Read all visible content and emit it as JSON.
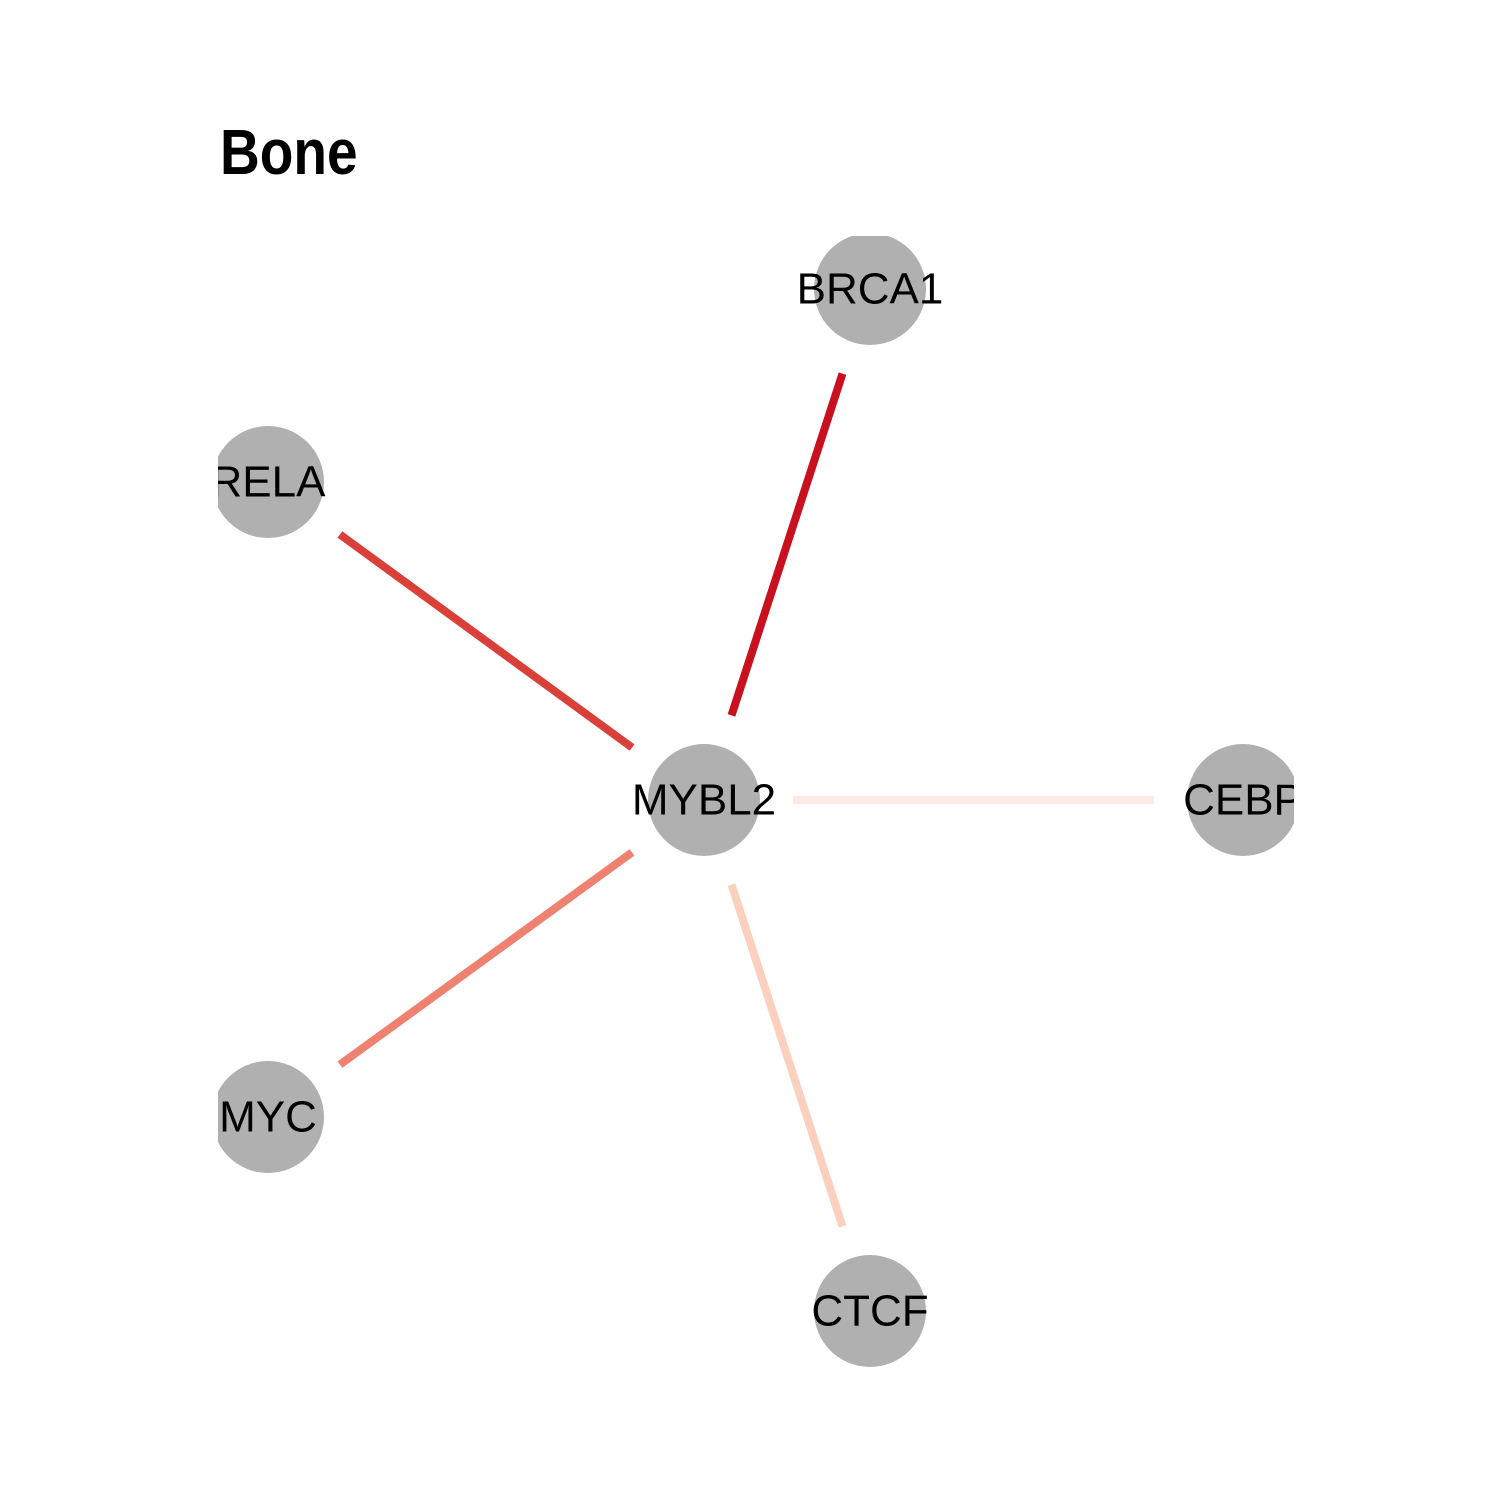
{
  "title": "Bone",
  "colors": {
    "background": "#ffffff",
    "node_fill": "#b0b0b0",
    "label": "#000000"
  },
  "hub": "MYBL2",
  "nodes": [
    {
      "id": "MYBL2",
      "label": "MYBL2"
    },
    {
      "id": "BRCA1",
      "label": "BRCA1"
    },
    {
      "id": "RELA",
      "label": "RELA"
    },
    {
      "id": "CEBP",
      "label": "CEBP"
    },
    {
      "id": "MYC",
      "label": "MYC"
    },
    {
      "id": "CTCF",
      "label": "CTCF"
    }
  ],
  "edges": [
    {
      "source": "MYBL2",
      "target": "BRCA1",
      "color": "#c8101e"
    },
    {
      "source": "MYBL2",
      "target": "RELA",
      "color": "#d9403a"
    },
    {
      "source": "MYBL2",
      "target": "MYC",
      "color": "#ef8170"
    },
    {
      "source": "MYBL2",
      "target": "CTCF",
      "color": "#fcd0bf"
    },
    {
      "source": "MYBL2",
      "target": "CEBP",
      "color": "#fdebe3"
    }
  ]
}
